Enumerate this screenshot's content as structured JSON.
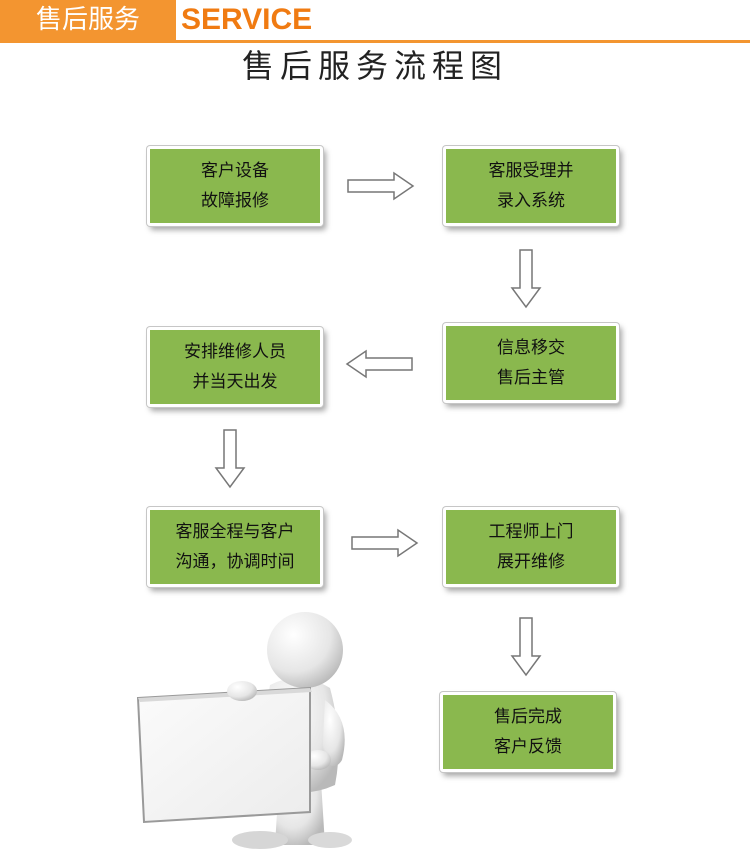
{
  "header": {
    "cn_label": "售后服务",
    "en_label": "SERVICE",
    "accent_color": "#f39530",
    "en_color": "#f07b12"
  },
  "title": "售后服务流程图",
  "box_color": "#8ab84e",
  "steps": [
    {
      "line1": "客户设备",
      "line2": "故障报修"
    },
    {
      "line1": "客服受理并",
      "line2": "录入系统"
    },
    {
      "line1": "信息移交",
      "line2": "售后主管"
    },
    {
      "line1": "安排维修人员",
      "line2": "并当天出发"
    },
    {
      "line1": "客服全程与客户",
      "line2": "沟通，协调时间"
    },
    {
      "line1": "工程师上门",
      "line2": "展开维修"
    },
    {
      "line1": "售后完成",
      "line2": "客户反馈"
    }
  ]
}
